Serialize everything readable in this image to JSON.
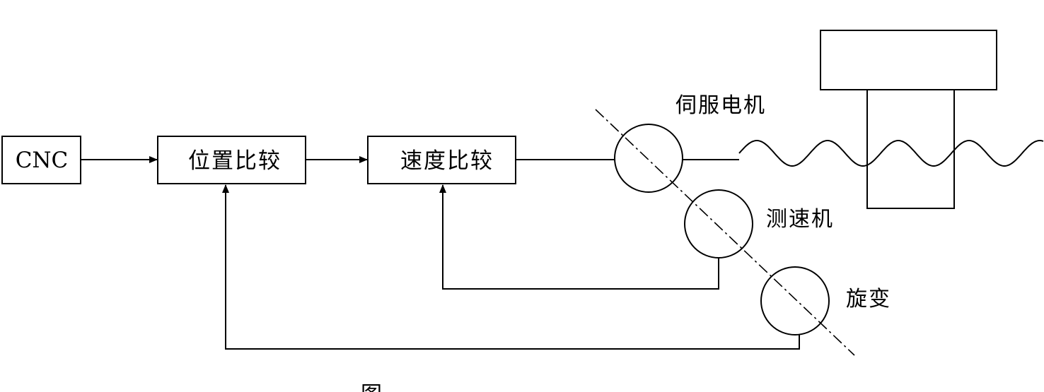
{
  "blocks": {
    "cnc": "CNC",
    "position_compare": "位置比较",
    "speed_compare": "速度比较"
  },
  "components": {
    "servo_motor": "伺服电机",
    "tachometer": "测速机",
    "resolver": "旋变"
  },
  "caption": "图"
}
